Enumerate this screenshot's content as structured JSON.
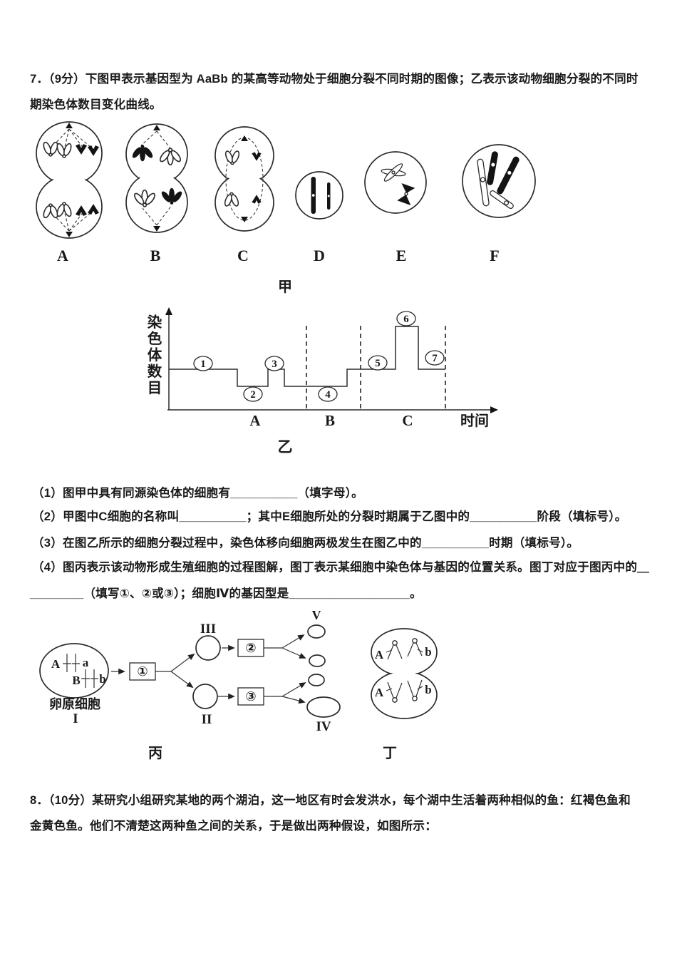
{
  "doc": {
    "q7_line1": "7．（9分）下图甲表示基因型为 AaBb 的某高等动物处于细胞分裂不同时期的图像；乙表示该动物细胞分裂的不同时",
    "q7_line2": "期染色体数目变化曲线。",
    "sub1": "（1）图甲中具有同源染色体的细胞有__________（填字母）。",
    "sub2": "（2）甲图中C细胞的名称叫__________；其中E细胞所处的分裂时期属于乙图中的__________阶段（填标号）。",
    "sub3": "（3）在图乙所示的细胞分裂过程中，染色体移向细胞两极发生在图乙中的__________时期（填标号）。",
    "sub4a": "（4）图丙表示该动物形成生殖细胞的过程图解，图丁表示某细胞中染色体与基因的位置关系。图丁对应于图丙中的＿",
    "sub4b": "________（填写①、②或③）；细胞Ⅳ的基因型是__________________。",
    "q8_line1": "8．（10分）某研究小组研究某地的两个湖泊，这一地区有时会发洪水，每个湖中生活着两种相似的鱼：红褐色鱼和",
    "q8_line2": "金黄色鱼。他们不清楚这两种鱼之间的关系，于是做出两种假设，如图所示："
  },
  "figure_jia": {
    "caption": "甲",
    "labels": [
      "A",
      "B",
      "C",
      "D",
      "E",
      "F"
    ]
  },
  "chart_data": {
    "type": "line",
    "style": "step",
    "caption": "乙",
    "ylabel": "染色体数目",
    "ylabel_chars": [
      "染",
      "色",
      "体",
      "数",
      "目"
    ],
    "xlabel": "时间",
    "sections": [
      "A",
      "B",
      "C"
    ],
    "marks": [
      "①",
      "②",
      "③",
      "④",
      "⑤",
      "⑥",
      "⑦"
    ],
    "digits": [
      "1",
      "2",
      "3",
      "4",
      "5",
      "6",
      "7"
    ],
    "grid": false,
    "legend": false,
    "segments": [
      {
        "mark": "①",
        "section": "A",
        "relative_level": 2
      },
      {
        "mark": "②",
        "section": "A",
        "relative_level": 1
      },
      {
        "mark": "③",
        "section": "A",
        "relative_level": 2
      },
      {
        "mark": "④",
        "section": "B",
        "relative_level": 1
      },
      {
        "mark": "⑤",
        "section": "C",
        "relative_level": 2
      },
      {
        "mark": "⑥",
        "section": "C",
        "relative_level": 4
      },
      {
        "mark": "⑦",
        "section": "C",
        "relative_level": 2
      }
    ]
  },
  "figure_bing": {
    "caption": "丙",
    "oogonium_label": "卵原细胞",
    "gene_A": "A",
    "gene_a": "a",
    "gene_B": "B",
    "gene_b": "b",
    "roman_I": "I",
    "roman_II": "II",
    "roman_III": "III",
    "roman_IV": "IV",
    "roman_V": "V",
    "box1": "①",
    "box2": "②",
    "box3": "③"
  },
  "figure_ding": {
    "caption": "丁",
    "genes": [
      "A",
      "b",
      "A",
      "b"
    ]
  }
}
